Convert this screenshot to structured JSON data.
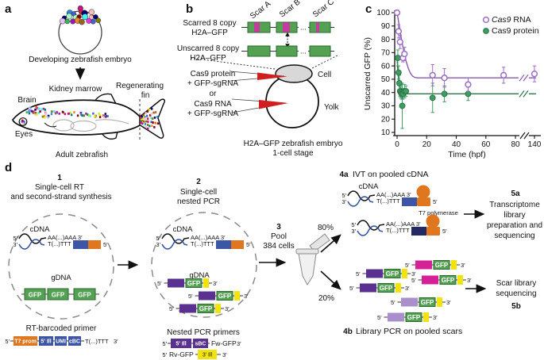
{
  "panel_labels": {
    "a": "a",
    "b": "b",
    "c": "c",
    "d": "d"
  },
  "panel_a": {
    "title": "Developing zebrafish embryo",
    "kidney_marrow": "Kidney marrow",
    "regenerating_line1": "Regenerating",
    "regenerating_line2": "fin",
    "brain": "Brain",
    "eyes": "Eyes",
    "adult": "Adult zebrafish",
    "cell_palette": [
      "#e6194b",
      "#3cb44b",
      "#ffe119",
      "#4363d8",
      "#f58231",
      "#911eb4",
      "#46f0f0",
      "#f032e6",
      "#bcf60c",
      "#fabebe",
      "#008080",
      "#e6beff",
      "#9a6324",
      "#800000",
      "#aaffc3",
      "#808000",
      "#000075",
      "#e25822",
      "#2e86de",
      "#c71585"
    ]
  },
  "panel_b": {
    "scarred_line1": "Scarred 8 copy",
    "scarred_line2": "H2A–GFP",
    "unscarred_line1": "Unscarred 8 copy",
    "unscarred_line2": "H2A–GFP",
    "scar_a": "Scar A",
    "scar_b": "Scar B",
    "scar_c": "Scar C",
    "dots": "...",
    "cas9_protein": "Cas9 protein",
    "gfp_sgrna_1": "+ GFP-sgRNA",
    "or": "or",
    "cas9_rna": "Cas9 RNA",
    "gfp_sgrna_2": "+ GFP-sgRNA",
    "cell": "Cell",
    "yolk": "Yolk",
    "caption_line1": "H2A–GFP zebrafish embryo",
    "caption_line2": "1-cell stage"
  },
  "chart_data": {
    "type": "scatter",
    "xlabel": "Time (hpf)",
    "ylabel": "Unscarred GFP (%)",
    "ylim": [
      10,
      100
    ],
    "yticks": [
      10,
      20,
      30,
      40,
      50,
      60,
      70,
      80,
      90,
      100
    ],
    "xticks": [
      0,
      20,
      40,
      60,
      80,
      140
    ],
    "x_axis_break_after": 80,
    "grid": false,
    "legend_position": "top-right",
    "legend": [
      {
        "italic": "Cas9",
        "rest": " RNA"
      },
      {
        "italic": "",
        "rest": "Cas9 protein"
      }
    ],
    "series": [
      {
        "name": "Cas9 protein",
        "marker": "filled-circle",
        "color": "#3f9d62",
        "edge": "#2c7347",
        "plateau": 39,
        "points": [
          [
            0.5,
            66,
            6
          ],
          [
            1,
            55,
            5
          ],
          [
            1.5,
            47,
            6
          ],
          [
            2,
            41,
            4
          ],
          [
            2.5,
            40,
            4
          ],
          [
            3,
            39,
            4
          ],
          [
            3.5,
            30,
            17
          ],
          [
            4,
            39,
            4
          ],
          [
            5,
            41,
            5
          ],
          [
            6,
            41,
            4
          ],
          [
            24,
            36,
            11
          ],
          [
            32,
            39,
            6
          ],
          [
            48,
            39,
            5
          ]
        ],
        "fit": [
          [
            0,
            66
          ],
          [
            0.8,
            52
          ],
          [
            1.6,
            45
          ],
          [
            2.6,
            41
          ],
          [
            3.6,
            39.5
          ],
          [
            5,
            39
          ],
          [
            84,
            39
          ]
        ],
        "fit2": [
          [
            107,
            39
          ],
          [
            147,
            39
          ]
        ]
      },
      {
        "name": "Cas9 RNA",
        "marker": "open-circle",
        "color": "#9b6ec4",
        "edge": "#8a5ab2",
        "plateau": 51,
        "points": [
          [
            0,
            100,
            2
          ],
          [
            1,
            86,
            5
          ],
          [
            2,
            78,
            5
          ],
          [
            4,
            66,
            3
          ],
          [
            5,
            69,
            5
          ],
          [
            24,
            53,
            8
          ],
          [
            32,
            51,
            7
          ],
          [
            48,
            46,
            5
          ],
          [
            72,
            53,
            6
          ],
          [
            140,
            54,
            6
          ]
        ],
        "fit": [
          [
            0,
            100
          ],
          [
            1.5,
            90
          ],
          [
            3,
            80
          ],
          [
            4.5,
            71
          ],
          [
            6,
            64
          ],
          [
            7.5,
            58.5
          ],
          [
            9,
            54.5
          ],
          [
            10.5,
            52.3
          ],
          [
            12,
            51.3
          ],
          [
            14,
            51
          ],
          [
            84,
            51
          ]
        ],
        "fit2": [
          [
            107,
            51
          ],
          [
            147,
            51
          ]
        ]
      }
    ]
  },
  "panel_d": {
    "steps": {
      "s1_num": "1",
      "s1_line1": "Single-cell RT",
      "s1_line2": "and second-strand synthesis",
      "s2_num": "2",
      "s2_line1": "Single-cell",
      "s2_line2": "nested PCR",
      "s3_num": "3",
      "s3_line1": "Pool",
      "s3_line2": "384 cells",
      "s4a_num": "4a",
      "s4a_title": "IVT on pooled cDNA",
      "s4b_num": "4b",
      "s4b_title": "Library PCR on pooled scars",
      "s5a_num": "5a",
      "s5a_line1": "Transcriptome",
      "s5a_line2": "library",
      "s5a_line3": "preparation and",
      "s5a_line4": "sequencing",
      "s5b_line1": "Scar library",
      "s5b_line2": "sequencing",
      "s5b_num": "5b",
      "pct_80": "80%",
      "pct_20": "20%"
    },
    "labels": {
      "cdna": "cDNA",
      "gdna": "gDNA",
      "gfp": "GFP",
      "aaa_tail": "AA(...)AAA 3′",
      "ttt_tail": "T(...)TTT",
      "five_prime": "5′",
      "three_prime": "3′",
      "t7_polymerase": "T7 polymerase",
      "rt_primer_title": "RT-barcoded primer",
      "nested_title": "Nested PCR primers",
      "t7_prom": "T7 prom",
      "ill_5": "5′ Ill",
      "umi": "UMI",
      "cbc": "cBC",
      "rt_tail": "T(...)TTT",
      "sbc": "sBC",
      "fw_gfp": "Fw-GFP",
      "rv_gfp": "Rv-GFP",
      "ill_3": "3′ Ill"
    }
  },
  "colors": {
    "gfp_green": "#54a154",
    "gfp_border": "#2a6b2a",
    "scar_magenta": "#c63c9e",
    "magenta": "#d62096",
    "purple": "#5a3191",
    "lavender": "#a98fcb",
    "yellow": "#f2e20d",
    "blue": "#3c55a4",
    "navy": "#232a63",
    "orange": "#e0761d",
    "needle_red": "#cf1f1f",
    "cell_gray": "#d8d8d8",
    "strand_blue": "#3050a0",
    "rna_purple": "#9b6ec4",
    "protein_green": "#3f9d62"
  }
}
